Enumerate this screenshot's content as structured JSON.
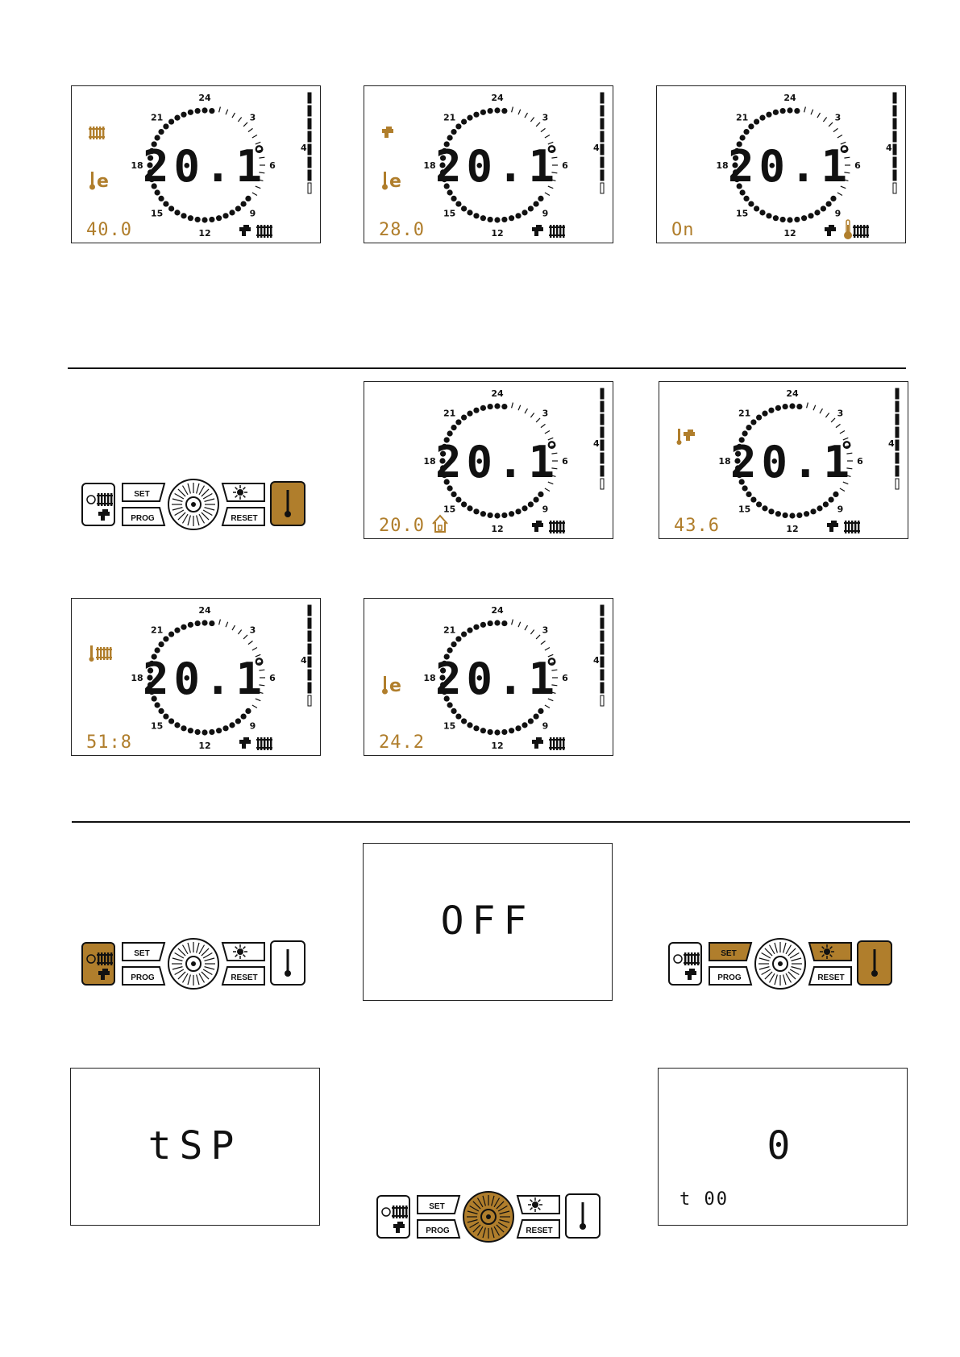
{
  "clock": {
    "hour_labels": [
      "24",
      "3",
      "6",
      "9",
      "12",
      "15",
      "18",
      "21"
    ],
    "main_reading": "20.1",
    "degree_mark": "°",
    "level_bar_label": "4"
  },
  "colors": {
    "accent": "#b07e2c",
    "ink": "#111111"
  },
  "displays": [
    {
      "id": "d1",
      "readout": "40.0",
      "icons": [
        "radiator-icon",
        "low-temp-e-icon"
      ],
      "bottom_icons": [
        "tap-icon",
        "radiator-icon"
      ]
    },
    {
      "id": "d2",
      "readout": "28.0",
      "icons": [
        "tap-icon",
        "low-temp-e-icon"
      ],
      "bottom_icons": [
        "tap-icon",
        "radiator-icon"
      ]
    },
    {
      "id": "d3",
      "readout": "On",
      "icons": [],
      "bottom_icons": [
        "tap-icon",
        "thermometer-icon",
        "radiator-icon"
      ]
    },
    {
      "id": "d4",
      "readout": "20.0",
      "icons": [
        "house-icon"
      ],
      "bottom_icons": [
        "tap-icon",
        "radiator-icon"
      ]
    },
    {
      "id": "d5",
      "readout": "43.6",
      "icons": [
        "tap-temp-icon"
      ],
      "bottom_icons": [
        "tap-icon",
        "radiator-icon"
      ]
    },
    {
      "id": "d6",
      "readout": "51:8",
      "icons": [
        "radiator-temp-icon"
      ],
      "bottom_icons": [
        "tap-icon",
        "radiator-icon"
      ]
    },
    {
      "id": "d7",
      "readout": "24.2",
      "icons": [
        "low-temp-e-icon"
      ],
      "bottom_icons": [
        "tap-icon",
        "radiator-icon"
      ]
    }
  ],
  "text_displays": [
    {
      "id": "off",
      "text": "OFF"
    },
    {
      "id": "tsp",
      "text": "tSP"
    },
    {
      "id": "t00",
      "text": "0",
      "code": "t 00"
    }
  ],
  "panels": [
    {
      "id": "p1",
      "highlight": "thermometer-button"
    },
    {
      "id": "p2",
      "highlight": "power-button"
    },
    {
      "id": "p3",
      "highlight": "set-sun-thermo"
    },
    {
      "id": "p4",
      "highlight": "dial"
    }
  ],
  "panel_labels": {
    "set": "SET",
    "prog": "PROG",
    "reset": "RESET"
  }
}
